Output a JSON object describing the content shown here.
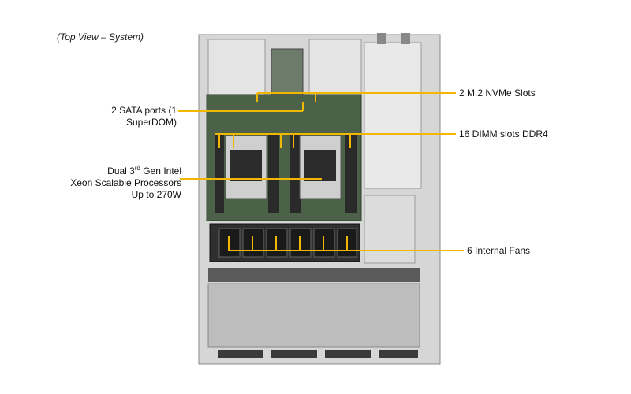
{
  "view_title": "(Top View – System)",
  "callouts": {
    "sata": "2 SATA ports (1 SuperDOM)",
    "nvme": "2 M.2 NVMe Slots",
    "dimm": "16 DIMM slots DDR4",
    "cpu_line1_prefix": "Dual 3",
    "cpu_line1_sup": "rd",
    "cpu_line1_suffix": " Gen Intel",
    "cpu_line2": "Xeon Scalable Processors",
    "cpu_line3": "Up to 270W",
    "fans": "6 Internal  Fans"
  },
  "colors": {
    "leader": "#f2b800",
    "chassis": "#c8c8c8",
    "board": "#3d5a3a"
  }
}
